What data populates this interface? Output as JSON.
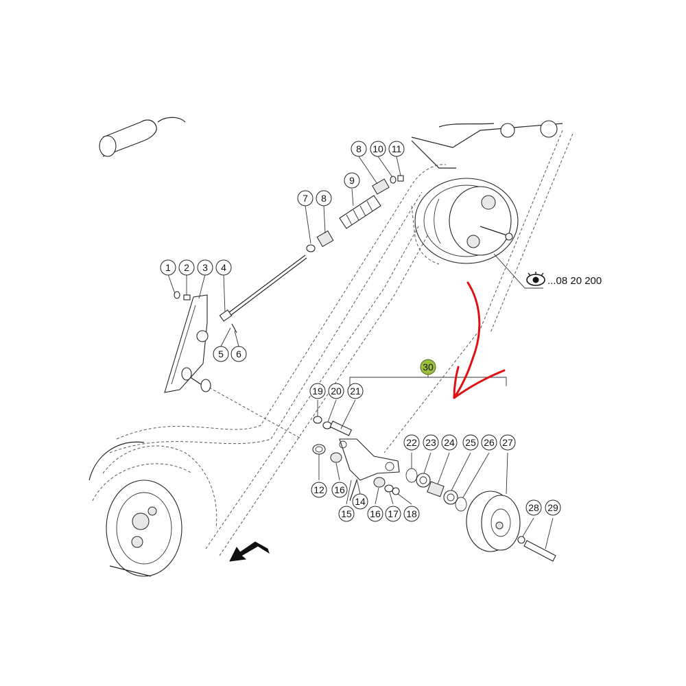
{
  "callouts": [
    {
      "id": "c1",
      "text": "1"
    },
    {
      "id": "c2",
      "text": "2"
    },
    {
      "id": "c3",
      "text": "3"
    },
    {
      "id": "c4",
      "text": "4"
    },
    {
      "id": "c5",
      "text": "5"
    },
    {
      "id": "c6",
      "text": "6"
    },
    {
      "id": "c7",
      "text": "7"
    },
    {
      "id": "c8a",
      "text": "8"
    },
    {
      "id": "c8b",
      "text": "8"
    },
    {
      "id": "c9",
      "text": "9"
    },
    {
      "id": "c10",
      "text": "10"
    },
    {
      "id": "c11",
      "text": "11"
    },
    {
      "id": "c12",
      "text": "12"
    },
    {
      "id": "c14",
      "text": "14"
    },
    {
      "id": "c15",
      "text": "15"
    },
    {
      "id": "c16a",
      "text": "16"
    },
    {
      "id": "c16b",
      "text": "16"
    },
    {
      "id": "c17",
      "text": "17"
    },
    {
      "id": "c18",
      "text": "18"
    },
    {
      "id": "c19",
      "text": "19"
    },
    {
      "id": "c20",
      "text": "20"
    },
    {
      "id": "c21",
      "text": "21"
    },
    {
      "id": "c22",
      "text": "22"
    },
    {
      "id": "c23",
      "text": "23"
    },
    {
      "id": "c24",
      "text": "24"
    },
    {
      "id": "c25",
      "text": "25"
    },
    {
      "id": "c26",
      "text": "26"
    },
    {
      "id": "c27",
      "text": "27"
    },
    {
      "id": "c28",
      "text": "28"
    },
    {
      "id": "c29",
      "text": "29"
    }
  ],
  "assembly_callout": {
    "text": "30",
    "highlight_color": "#9bbf3a"
  },
  "reference": {
    "text": "...08 20 200",
    "icon": "eye-icon"
  },
  "annotation": {
    "icon": "red-arrow-icon",
    "color": "#e01010"
  }
}
